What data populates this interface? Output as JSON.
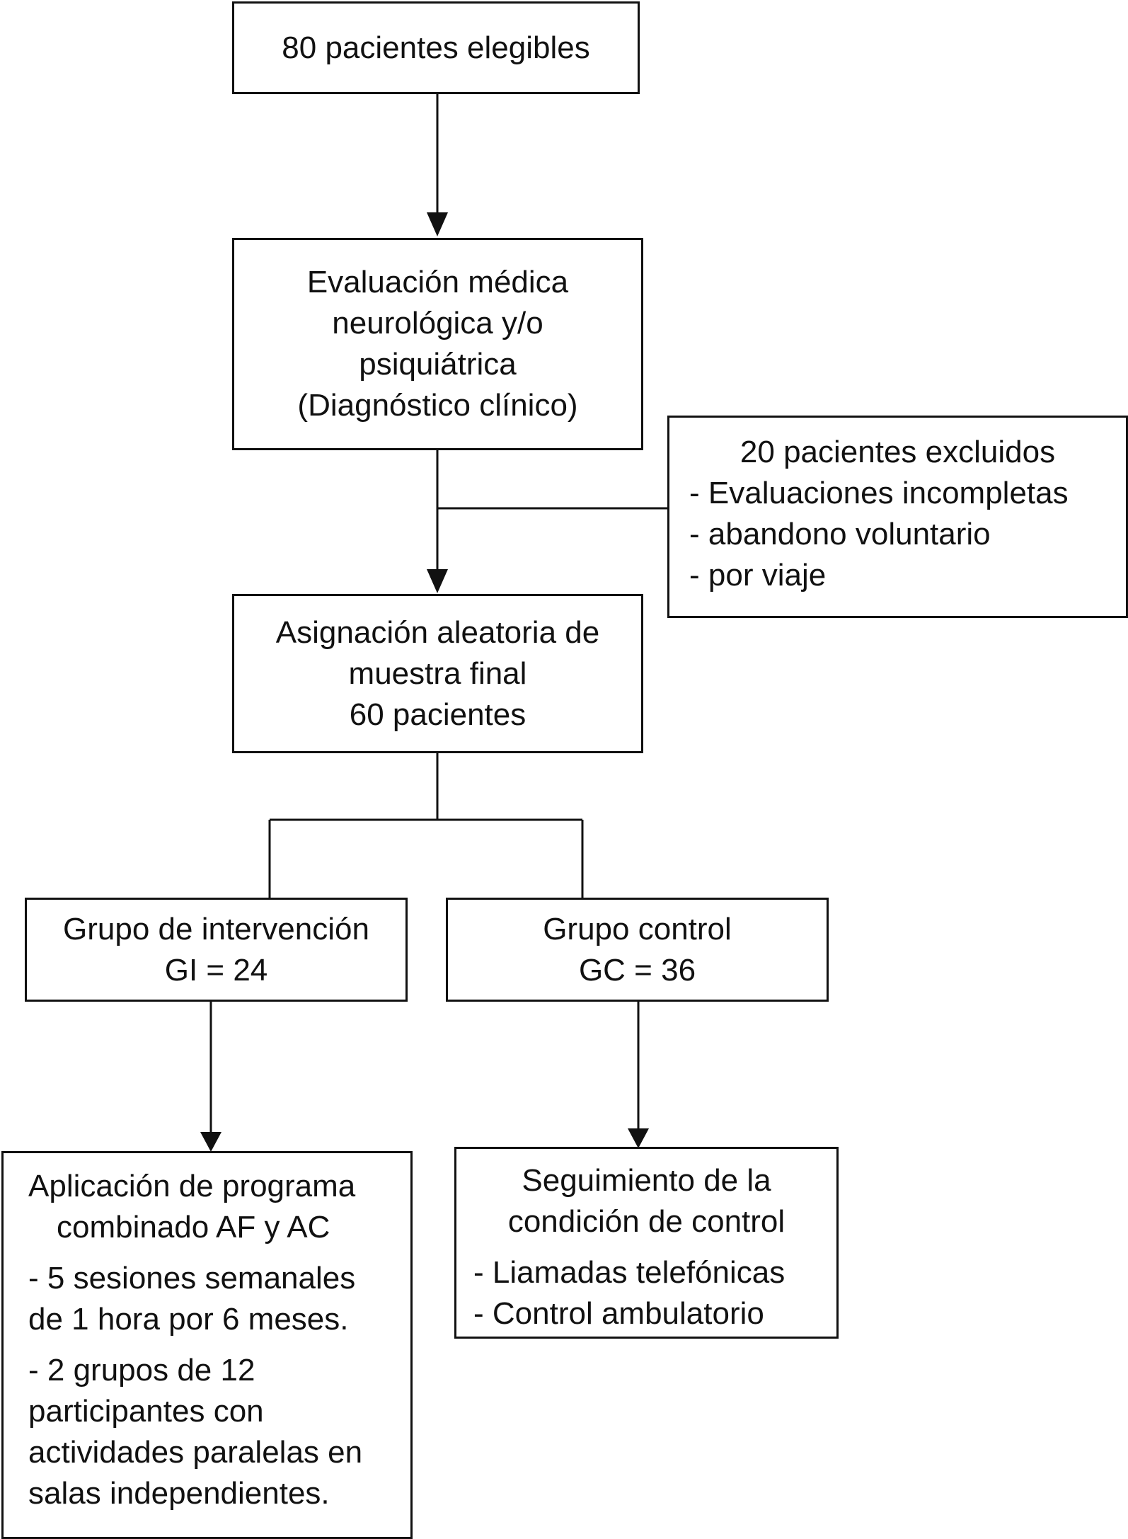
{
  "boxes": {
    "eligible": {
      "lines": [
        "80 pacientes elegibles"
      ]
    },
    "evaluation": {
      "lines": [
        "Evaluación médica",
        "neurológica y/o",
        "psiquiátrica",
        "(Diagnóstico clínico)"
      ]
    },
    "excluded": {
      "title": "20 pacientes excluidos",
      "items": [
        "- Evaluaciones incompletas",
        "- abandono voluntario",
        "- por viaje"
      ]
    },
    "randomization": {
      "lines": [
        "Asignación aleatoria de",
        "muestra final",
        "60 pacientes"
      ]
    },
    "intervention_group": {
      "lines": [
        "Grupo de intervención",
        "GI = 24"
      ]
    },
    "control_group": {
      "lines": [
        "Grupo control",
        "GC = 36"
      ]
    },
    "intervention_program": {
      "lines": [
        "Aplicación de programa",
        "combinado AF y AC"
      ],
      "items": [
        [
          "- 5 sesiones semanales",
          "de 1 hora por 6 meses."
        ],
        [
          "- 2 grupos de 12",
          "participantes con",
          "actividades paralelas en",
          "salas independientes."
        ]
      ]
    },
    "control_followup": {
      "lines": [
        "Seguimiento de la",
        "condición de control"
      ],
      "items": [
        "- Liamadas telefónicas",
        "- Control ambulatorio"
      ]
    }
  }
}
